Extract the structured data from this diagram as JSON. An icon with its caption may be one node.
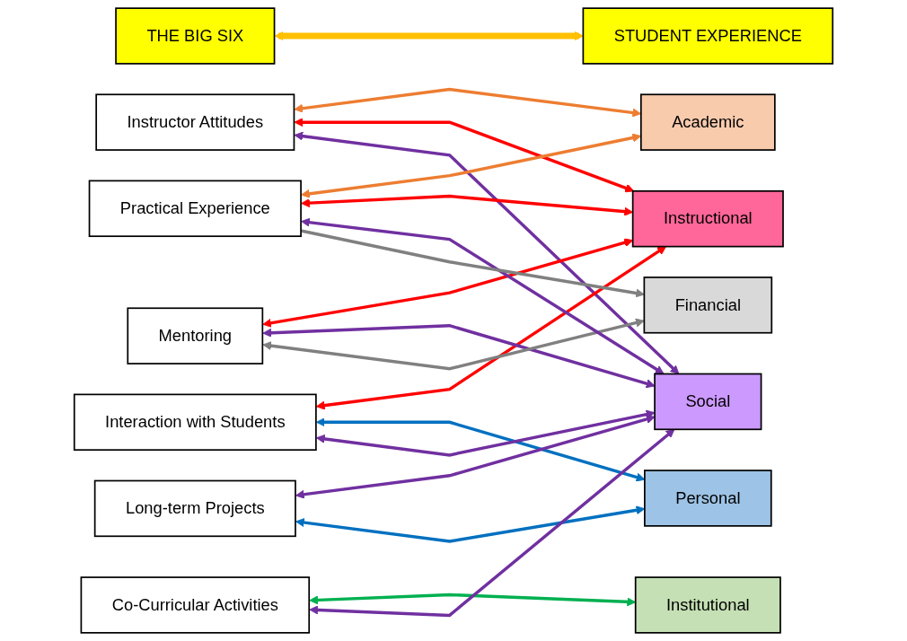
{
  "diagram": {
    "nodes": [
      {
        "text": [
          "THE BIG SIX"
        ]
      },
      {
        "text": [
          "STUDENT EXPERIENCE"
        ]
      },
      {
        "text": [
          "Instructor Attitudes"
        ]
      },
      {
        "text": [
          "Academic"
        ]
      },
      {
        "text": [
          "Interaction with Students"
        ]
      },
      {
        "text": [
          "Instructional"
        ]
      },
      {
        "text": [
          "Mentoring"
        ]
      },
      {
        "text": [
          "Institutional"
        ]
      },
      {
        "text": [
          "Long-term Projects"
        ]
      },
      {
        "text": [
          "Social"
        ]
      },
      {
        "text": [
          "Practical Experience"
        ]
      },
      {
        "text": [
          "Personal"
        ]
      },
      {
        "text": [
          "Co-Curricular Activities"
        ]
      },
      {
        "text": [
          "Financial"
        ]
      }
    ],
    "edges": [
      {
        "from": 0,
        "to": 1,
        "arrow": "both",
        "style": "thick",
        "color": "#ffc000"
      },
      {
        "from": 2,
        "to": 3,
        "arrow": "both",
        "color": "#ed7d31"
      },
      {
        "from": 2,
        "to": 5,
        "arrow": "both",
        "color": "#ff0000"
      },
      {
        "from": 2,
        "to": 9,
        "arrow": "both"
      },
      {
        "from": 4,
        "to": 5,
        "arrow": "both",
        "color": "#ff0000"
      },
      {
        "from": 4,
        "to": 11,
        "arrow": "both",
        "color": "#0070c0"
      },
      {
        "from": 4,
        "to": 9,
        "arrow": "both"
      },
      {
        "from": 6,
        "to": 5,
        "arrow": "both",
        "color": "#ff0000"
      },
      {
        "from": 6,
        "to": 9,
        "arrow": "both"
      },
      {
        "from": 6,
        "to": 13,
        "arrow": "both",
        "color": "#808080"
      },
      {
        "from": 8,
        "to": 9,
        "arrow": "both"
      },
      {
        "from": 8,
        "to": 11,
        "arrow": "both",
        "color": "#0070c0"
      },
      {
        "from": 10,
        "to": 3,
        "arrow": "both",
        "color": "#ed7d31"
      },
      {
        "from": 10,
        "to": 5,
        "arrow": "both",
        "color": "#ff0000"
      },
      {
        "from": 10,
        "to": 9,
        "arrow": "both"
      },
      {
        "from": 10,
        "to": 13,
        "arrow": "to",
        "color": "#808080"
      },
      {
        "from": 12,
        "to": 7,
        "arrow": "both",
        "color": "#00b050"
      },
      {
        "from": 12,
        "to": 9,
        "arrow": "both"
      }
    ]
  }
}
